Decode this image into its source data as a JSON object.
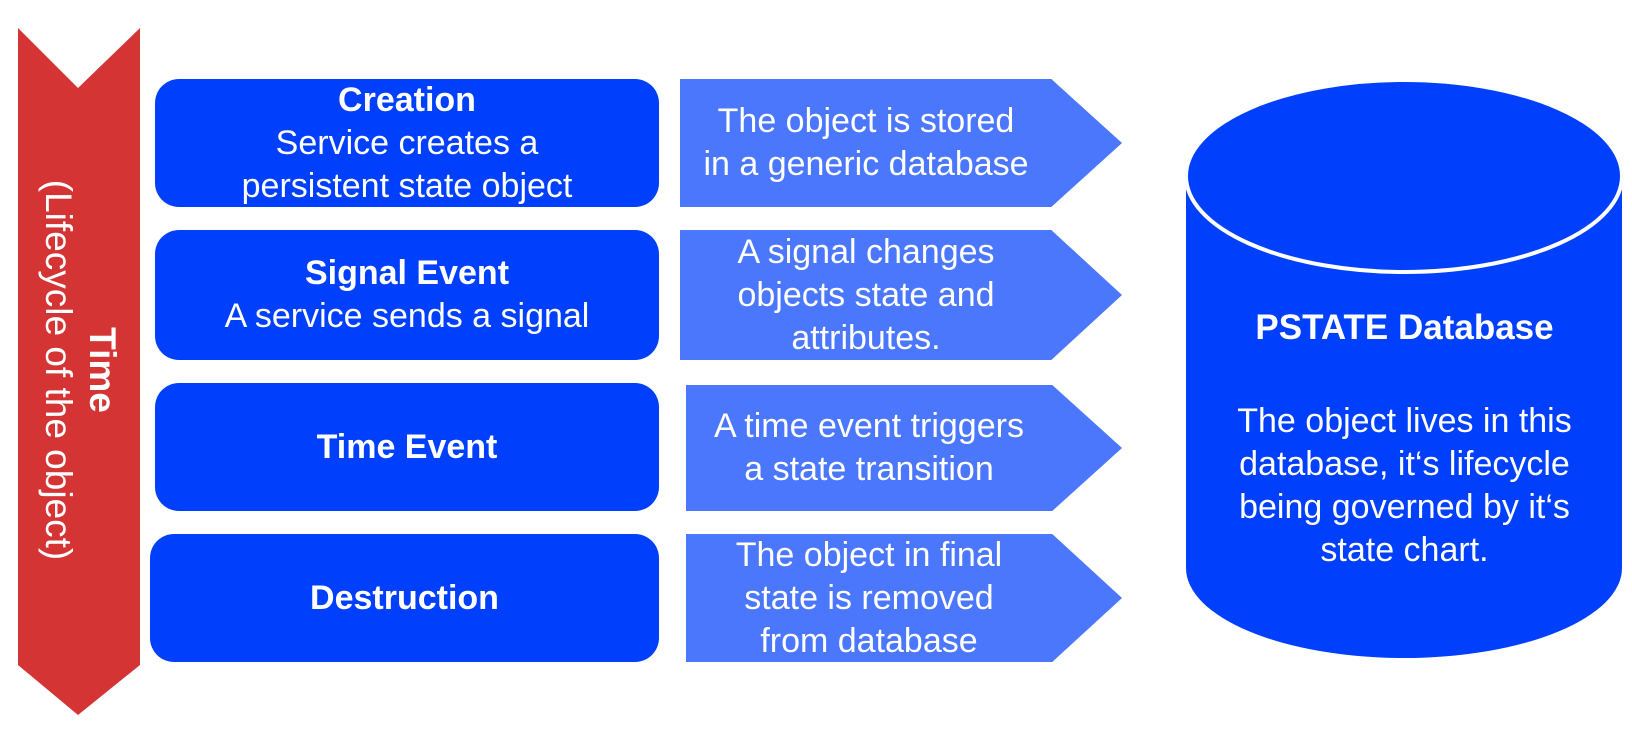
{
  "time_axis": {
    "title": "Time",
    "subtitle": "(Lifecycle of the object)",
    "color": "#d43434"
  },
  "events": [
    {
      "title": "Creation",
      "description": "Service creates a persistent state object",
      "result": "The object is stored\nin a generic database"
    },
    {
      "title": "Signal Event",
      "description": "A service sends a signal",
      "result": "A signal changes\nobjects state and\nattributes."
    },
    {
      "title": "Time Event",
      "description": "",
      "result": "A time event triggers\na state transition"
    },
    {
      "title": "Destruction",
      "description": "",
      "result": "The object in final\nstate is removed\nfrom database"
    }
  ],
  "database": {
    "title": "PSTATE Database",
    "description": "The object lives in this\ndatabase, it‘s lifecycle\nbeing governed by it‘s\nstate chart.",
    "color": "#0040fc"
  },
  "colors": {
    "event_box": "#0040fc",
    "result_arrow": "#4b77fd",
    "time_arrow": "#d43434"
  }
}
